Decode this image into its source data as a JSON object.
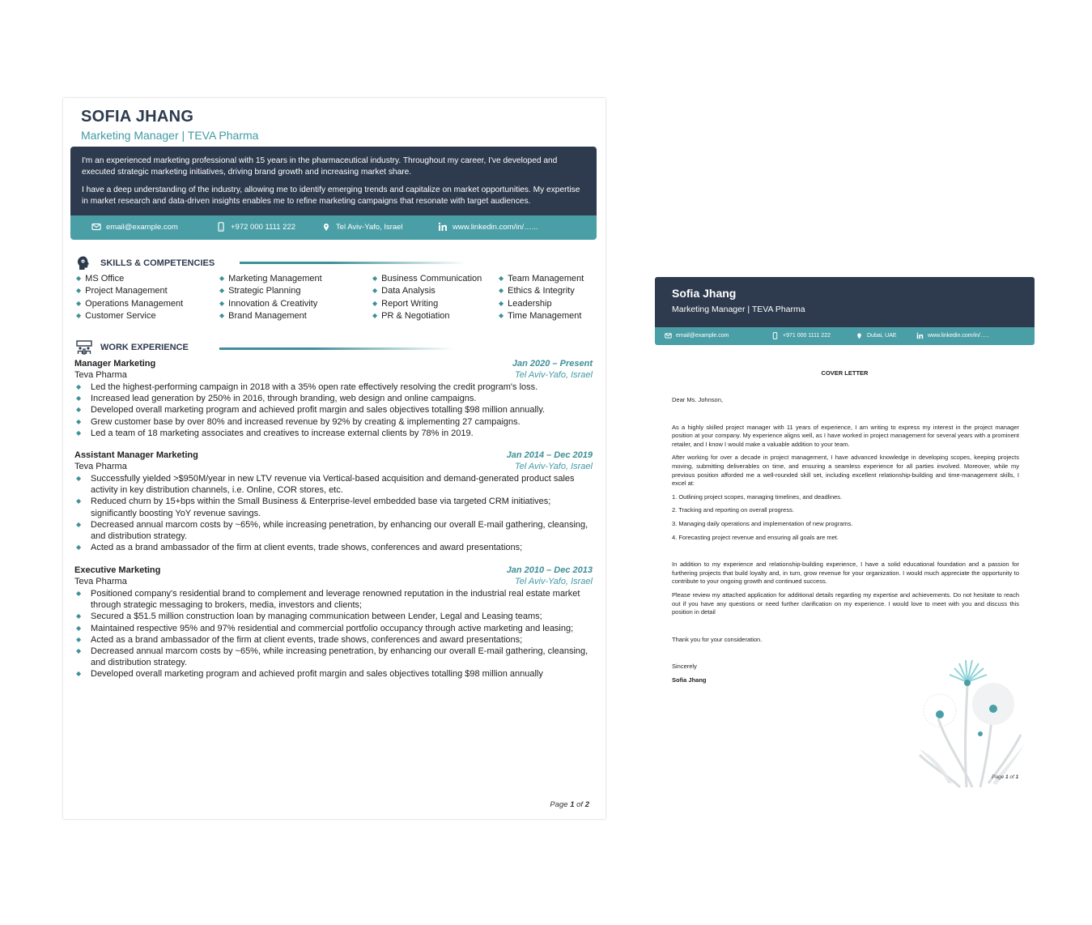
{
  "resume": {
    "name": "SOFIA JHANG",
    "title": "Marketing Manager | TEVA Pharma",
    "summary": [
      "I'm an experienced marketing professional with 15 years in the pharmaceutical industry. Throughout my career, I've developed and executed strategic marketing initiatives, driving brand growth and increasing market share.",
      "I have a deep understanding of the industry, allowing me to identify emerging trends and capitalize on market opportunities. My expertise in market research and data-driven insights enables me to refine marketing campaigns that resonate with target audiences."
    ],
    "contact": {
      "email": "email@example.com",
      "phone": "+972 000 1111 222",
      "location": "Tel Aviv-Yafo, Israel",
      "linkedin": "www.linkedin.com/in/…..."
    },
    "skills_heading": "SKILLS & COMPETENCIES",
    "skills": [
      [
        "MS Office",
        "Project Management",
        "Operations Management",
        "Customer Service"
      ],
      [
        "Marketing Management",
        "Strategic Planning",
        "Innovation & Creativity",
        "Brand Management"
      ],
      [
        "Business Communication",
        "Data Analysis",
        "Report Writing",
        "PR & Negotiation"
      ],
      [
        "Team Management",
        "Ethics & Integrity",
        "Leadership",
        "Time Management"
      ]
    ],
    "work_heading": "WORK EXPERIENCE",
    "jobs": [
      {
        "title": "Manager Marketing",
        "company": "Teva Pharma",
        "dates": "Jan 2020 – Present",
        "location": "Tel Aviv-Yafo, Israel",
        "bullets": [
          "Led the highest-performing campaign in 2018 with a 35% open rate effectively resolving the credit program's loss.",
          "Increased lead generation by 250% in 2016, through branding, web design and online campaigns.",
          "Developed overall marketing program and achieved profit margin and sales objectives totalling $98 million annually.",
          "Grew customer base by over 80% and increased revenue by 92% by creating & implementing 27 campaigns.",
          "Led a team of 18 marketing associates and creatives to increase external clients by 78% in 2019."
        ]
      },
      {
        "title": "Assistant Manager Marketing",
        "company": "Teva Pharma",
        "dates": "Jan 2014 – Dec 2019",
        "location": "Tel Aviv-Yafo, Israel",
        "bullets": [
          "Successfully yielded >$950M/year in new LTV revenue via Vertical-based acquisition and demand-generated product sales activity in key distribution channels, i.e. Online, COR stores, etc.",
          "Reduced churn by 15+bps within the Small Business & Enterprise-level embedded base via targeted CRM initiatives; significantly boosting YoY revenue savings.",
          "Decreased annual marcom costs by ~65%, while increasing penetration, by enhancing our overall E-mail gathering, cleansing, and distribution strategy.",
          "Acted as a brand ambassador of the firm at client events, trade shows, conferences and award presentations;"
        ]
      },
      {
        "title": "Executive Marketing",
        "company": "Teva Pharma",
        "dates": "Jan 2010 – Dec 2013",
        "location": "Tel Aviv-Yafo, Israel",
        "bullets": [
          "Positioned company's residential brand to complement and leverage renowned reputation in the industrial real estate market through strategic messaging to brokers, media, investors and clients;",
          "Secured a $51.5 million construction loan by managing communication between Lender, Legal and Leasing teams;",
          "Maintained respective 95% and 97% residential and commercial portfolio occupancy through active marketing and leasing;",
          "Acted as a brand ambassador of the firm at client events, trade shows, conferences and award presentations;",
          "Decreased annual marcom costs by ~65%, while increasing penetration, by enhancing our overall E-mail gathering, cleansing, and distribution strategy.",
          "Developed overall marketing program and achieved profit margin and sales objectives totalling $98 million annually"
        ]
      }
    ],
    "page": {
      "prefix": "Page ",
      "current": "1",
      "middle": " of ",
      "total": "2"
    }
  },
  "cover": {
    "name": "Sofia Jhang",
    "title": "Marketing Manager | TEVA Pharma",
    "contact": {
      "email": "email@example.com",
      "phone": "+971 000 1111 222",
      "location": "Dubai, UAE",
      "linkedin": "www.linkedin.com/in/….."
    },
    "heading": "COVER LETTER",
    "salutation": "Dear Ms. Johnson,",
    "paragraphs": [
      "As a highly skilled project manager with 11 years of experience, I am writing to express my interest in the project manager position at your company. My experience aligns well, as I have worked in project management for several years with a prominent retailer, and I know I would make a valuable addition to your team.",
      "After working for over a decade in project management, I have advanced knowledge in developing scopes, keeping projects moving, submitting deliverables on time, and ensuring a seamless experience for all parties involved. Moreover, while my previous position afforded me a well-rounded skill set, including excellent relationship-building and time-management skills, I excel at:"
    ],
    "list": [
      "1. Outlining project scopes, managing timelines, and deadlines.",
      "2. Tracking and reporting on overall progress.",
      "3. Managing daily operations and implementation of new programs.",
      "4. Forecasting project revenue and ensuring all goals are met."
    ],
    "paragraphs2": [
      "In addition to my experience and relationship-building experience, I have a solid educational foundation and a passion for furthering projects that build loyalty and, in turn, grow revenue for your organization. I would much appreciate the opportunity to contribute to your ongoing growth and continued success.",
      "Please review my attached application for additional details regarding my expertise and achievements. Do not hesitate to reach out if you have any questions or need further clarification on my experience. I would love to meet with you and discuss this position in detail"
    ],
    "thanks": "Thank you for your consideration.",
    "closing": "Sincerely",
    "signature": "Sofia Jhang",
    "page": {
      "prefix": "Page ",
      "current": "1",
      "middle": " of ",
      "total": "1"
    }
  },
  "colors": {
    "navy": "#2e3b4e",
    "teal": "#4a9ea6",
    "accent": "#3f8f98"
  },
  "icons": [
    "email-icon",
    "phone-icon",
    "location-icon",
    "linkedin-icon",
    "head-icon",
    "team-icon",
    "dandelion-illustration"
  ]
}
